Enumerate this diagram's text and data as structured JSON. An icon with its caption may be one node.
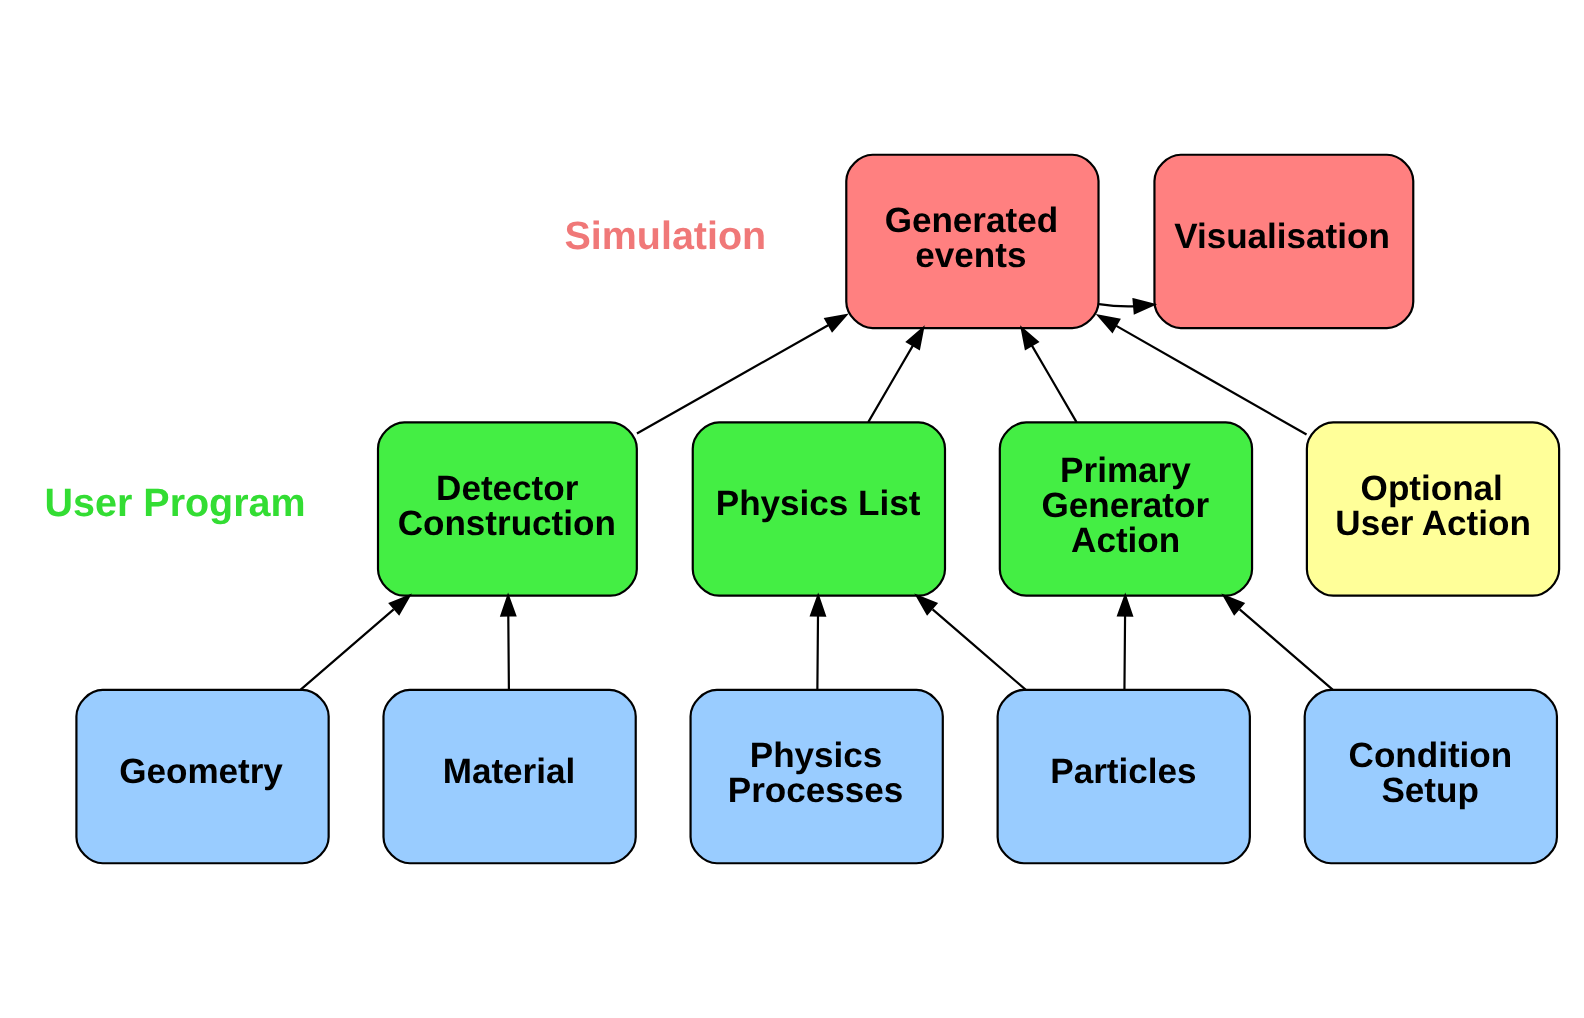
{
  "diagram": {
    "nodes": [
      {
        "text": [
          "Generated events"
        ]
      },
      {
        "text": [
          "Visualisation"
        ]
      },
      {
        "text": [
          "Detector Construction"
        ]
      },
      {
        "text": [
          "Physics List"
        ]
      },
      {
        "text": [
          "Primary Generator Action"
        ]
      },
      {
        "text": [
          "Optional User Action"
        ]
      },
      {
        "text": [
          "Geometry"
        ]
      },
      {
        "text": [
          "Material"
        ]
      },
      {
        "text": [
          "Physics Processes"
        ]
      },
      {
        "text": [
          "Particles"
        ]
      },
      {
        "text": [
          "Condition Setup"
        ]
      }
    ],
    "edges": [
      {
        "from": 0,
        "to": 1,
        "arrow": "to"
      },
      {
        "from": 2,
        "to": 0,
        "arrow": "to"
      },
      {
        "from": 3,
        "to": 0,
        "arrow": "to"
      },
      {
        "from": 4,
        "to": 0,
        "arrow": "to"
      },
      {
        "from": 5,
        "to": 0,
        "arrow": "to"
      },
      {
        "from": 6,
        "to": 2,
        "arrow": "to"
      },
      {
        "from": 7,
        "to": 2,
        "arrow": "to"
      },
      {
        "from": 8,
        "to": 3,
        "arrow": "to"
      },
      {
        "from": 9,
        "to": 3,
        "arrow": "to"
      },
      {
        "from": 9,
        "to": 4,
        "arrow": "to"
      },
      {
        "from": 10,
        "to": 4,
        "arrow": "to"
      }
    ],
    "labels": [
      "Simulation",
      "User Program"
    ]
  }
}
